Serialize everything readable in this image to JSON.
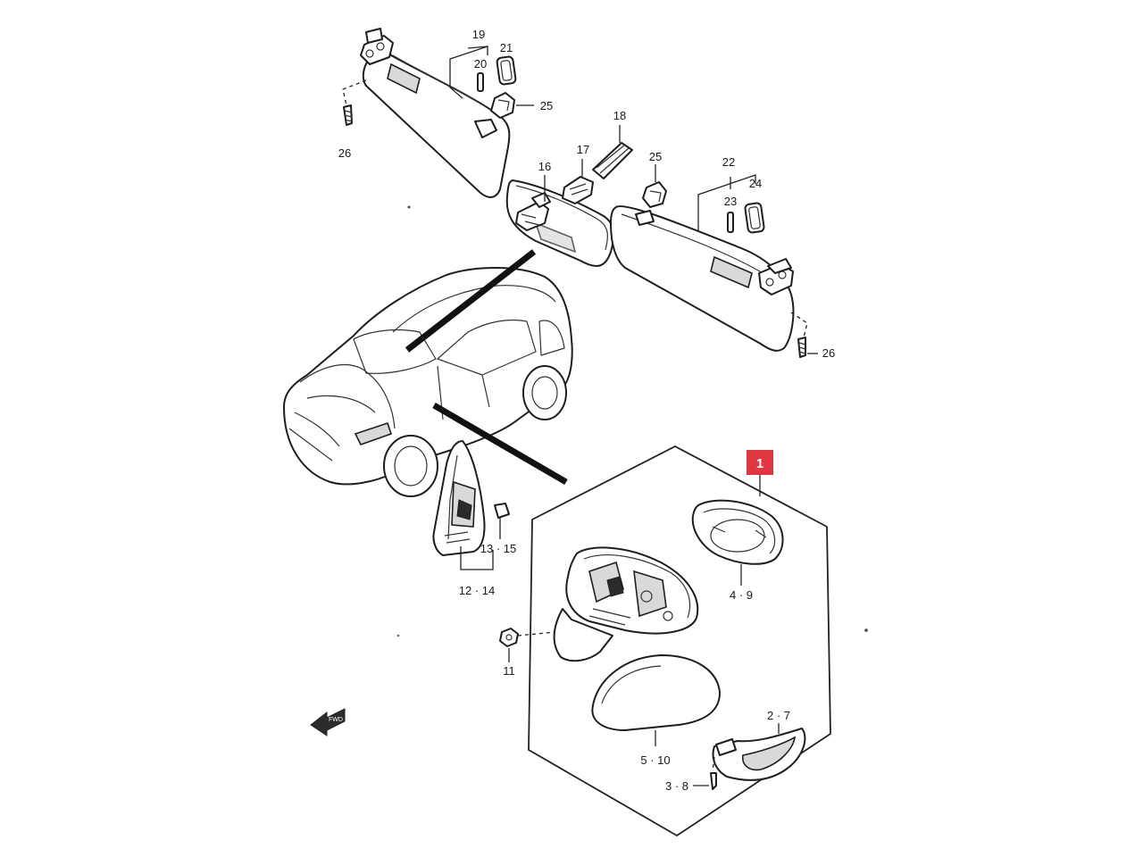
{
  "callouts": {
    "p1": "1",
    "p2_7": "2 · 7",
    "p3_8": "3 · 8",
    "p4_9": "4 · 9",
    "p5_10": "5 · 10",
    "p11": "11",
    "p12_14": "12 · 14",
    "p13_15": "13 · 15",
    "p16": "16",
    "p17": "17",
    "p18": "18",
    "p19": "19",
    "p20": "20",
    "p21": "21",
    "p22": "22",
    "p23": "23",
    "p24": "24",
    "p25a": "25",
    "p25b": "25",
    "p26a": "26",
    "p26b": "26"
  },
  "fwd_label": "FWD",
  "colors": {
    "highlight": "#e0363f",
    "line": "#1e1e1e",
    "shade": "#d9d9d9"
  }
}
